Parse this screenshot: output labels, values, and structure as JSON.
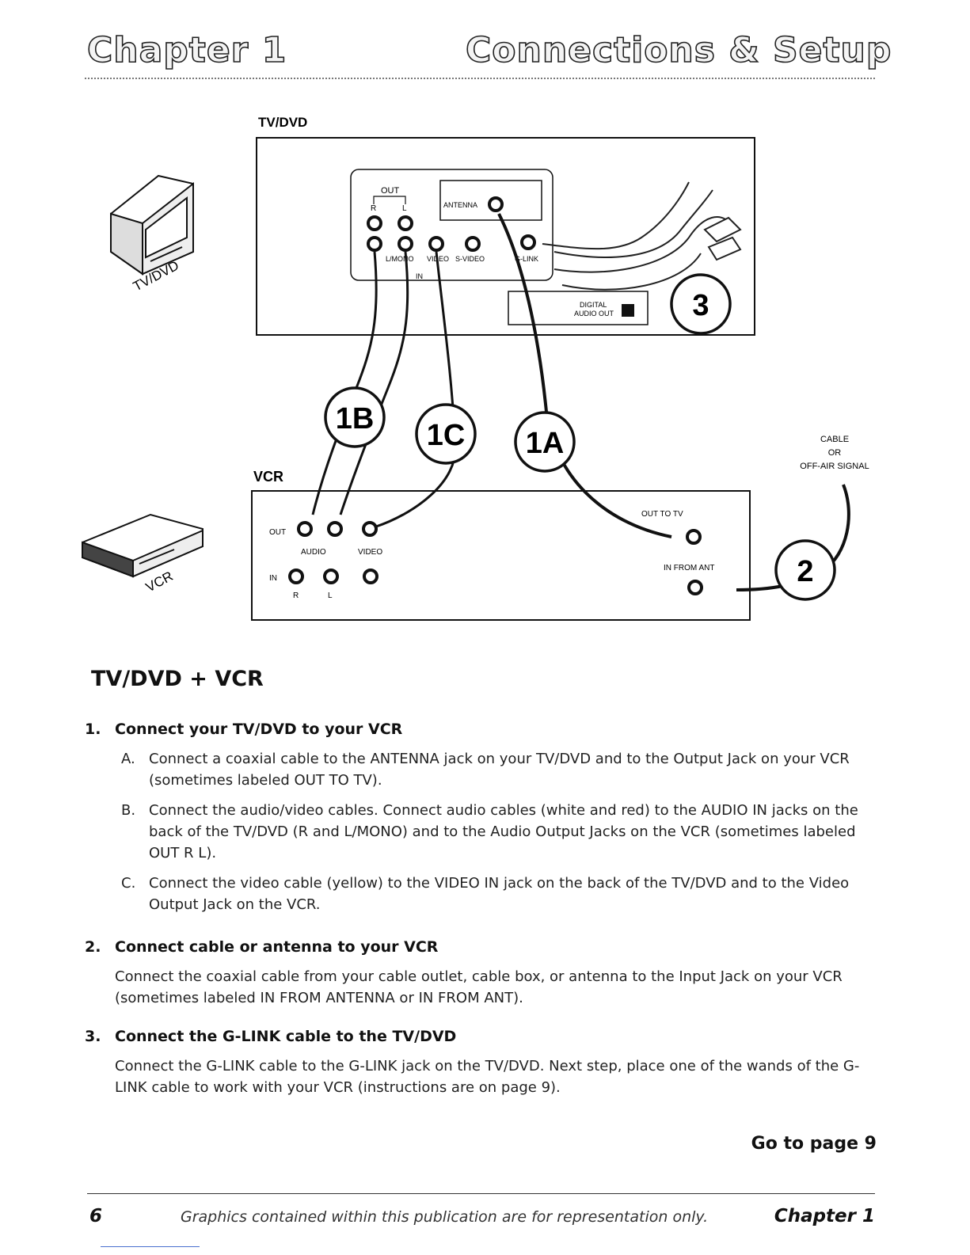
{
  "header": {
    "chapter": "Chapter 1",
    "title": "Connections & Setup"
  },
  "diagram": {
    "tvdvd_label": "TV/DVD",
    "vcr_label": "VCR",
    "tv_icon_label": "TV/DVD",
    "vcr_icon_label": "VCR",
    "tv_panel": {
      "out": "OUT",
      "r": "R",
      "l": "L",
      "antenna": "ANTENNA",
      "l_mono": "L/MONO",
      "video": "VIDEO",
      "svideo": "S-VIDEO",
      "glink": "G-LINK",
      "in": "IN",
      "digital": "DIGITAL",
      "audio_out": "AUDIO OUT"
    },
    "vcr_panel": {
      "out": "OUT",
      "in": "IN",
      "r": "R",
      "l": "L",
      "audio": "AUDIO",
      "video": "VIDEO",
      "out_to_tv": "OUT TO TV",
      "in_from_ant": "IN FROM ANT"
    },
    "signal": {
      "line1": "CABLE",
      "line2": "OR",
      "line3": "OFF-AIR SIGNAL"
    },
    "callouts": {
      "c1a": "1A",
      "c1b": "1B",
      "c1c": "1C",
      "c2": "2",
      "c3": "3"
    }
  },
  "section_title": "TV/DVD + VCR",
  "steps": {
    "s1": {
      "num": "1.",
      "title": "Connect your TV/DVD to your VCR",
      "a": {
        "letter": "A.",
        "text": "Connect a coaxial cable to the ANTENNA jack on your TV/DVD and to the Output Jack on your VCR (sometimes labeled OUT TO TV)."
      },
      "b": {
        "letter": "B.",
        "text": "Connect the audio/video cables. Connect audio cables (white and red) to the AUDIO IN jacks on the back of the TV/DVD (R and L/MONO) and to the Audio Output Jacks on the VCR (sometimes labeled OUT R L)."
      },
      "c": {
        "letter": "C.",
        "text": "Connect the video cable (yellow) to the VIDEO IN jack on the back of the TV/DVD and to the Video Output Jack on the VCR."
      }
    },
    "s2": {
      "num": "2.",
      "title": "Connect cable or antenna to your VCR",
      "text": "Connect the coaxial cable from your cable outlet, cable box, or antenna to the Input Jack on your VCR (sometimes labeled IN FROM ANTENNA or IN FROM ANT)."
    },
    "s3": {
      "num": "3.",
      "title": "Connect the G-LINK cable to the TV/DVD",
      "text": "Connect the G-LINK cable to the G-LINK jack on the TV/DVD. Next step, place one of the wands of the G-LINK cable to work with your VCR (instructions are on page 9)."
    }
  },
  "goto": "Go to page 9",
  "footer": {
    "page_num": "6",
    "note": "Graphics contained within this publication are for representation only.",
    "chapter": "Chapter 1"
  }
}
